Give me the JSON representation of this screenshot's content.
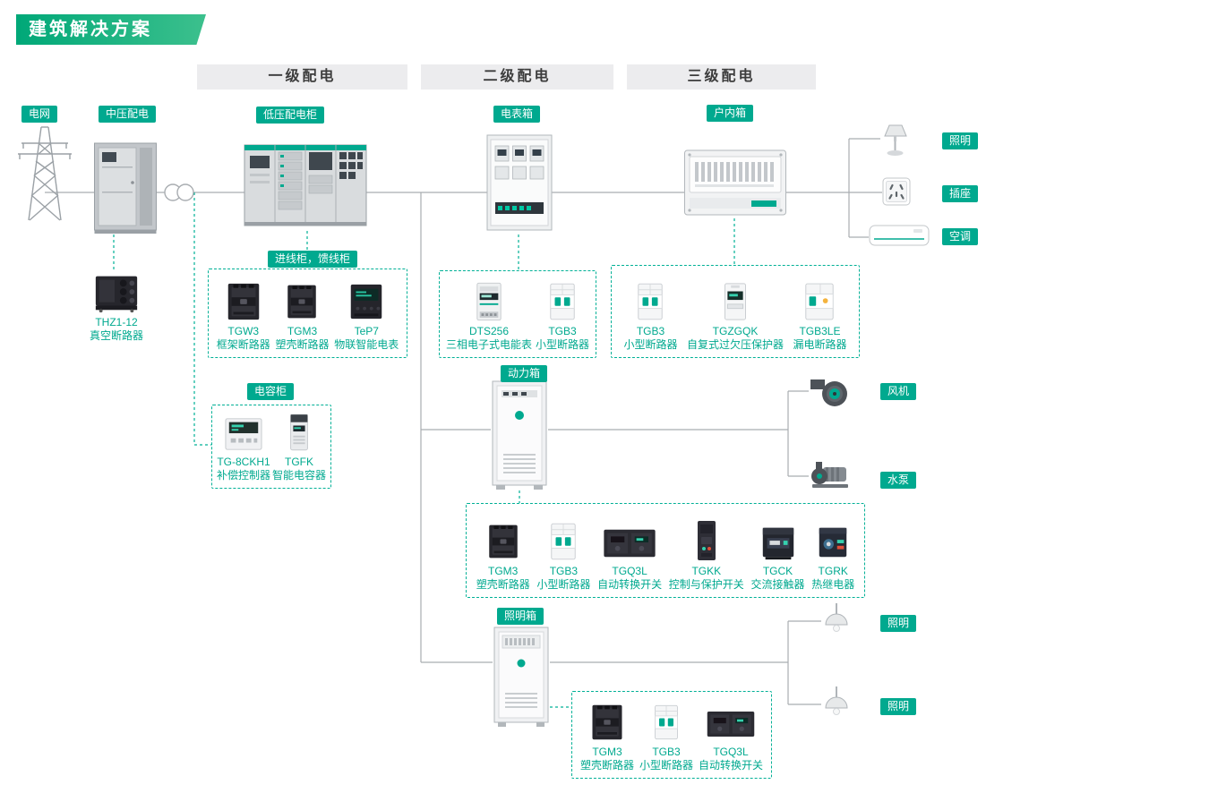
{
  "accent_color": "#00a98f",
  "banner": {
    "title": "建筑解决方案"
  },
  "headers": [
    {
      "label": "一级配电"
    },
    {
      "label": "二级配电"
    },
    {
      "label": "三级配电"
    }
  ],
  "badges": {
    "grid": "电网",
    "mv_distribution": "中压配电",
    "lv_cabinet": "低压配电柜",
    "meter_box": "电表箱",
    "indoor_box": "户内箱",
    "incoming_feeder": "进线柜，馈线柜",
    "capacitor_cabinet": "电容柜",
    "power_box": "动力箱",
    "lighting_box": "照明箱",
    "lighting_top": "照明",
    "socket": "插座",
    "air_conditioner": "空调",
    "fan": "风机",
    "pump": "水泵",
    "lighting_mid": "照明",
    "lighting_bottom": "照明"
  },
  "standalone_product": {
    "name": "THZ1-12",
    "desc": "真空断路器"
  },
  "groups": {
    "incoming": [
      {
        "name": "TGW3",
        "desc": "框架断路器"
      },
      {
        "name": "TGM3",
        "desc": "塑壳断路器"
      },
      {
        "name": "TeP7",
        "desc": "物联智能电表"
      }
    ],
    "meter": [
      {
        "name": "DTS256",
        "desc": "三相电子式电能表"
      },
      {
        "name": "TGB3",
        "desc": "小型断路器"
      }
    ],
    "indoor": [
      {
        "name": "TGB3",
        "desc": "小型断路器"
      },
      {
        "name": "TGZGQK",
        "desc": "自复式过欠压保护器"
      },
      {
        "name": "TGB3LE",
        "desc": "漏电断路器"
      }
    ],
    "capacitor": [
      {
        "name": "TG-8CKH1",
        "desc": "补偿控制器"
      },
      {
        "name": "TGFK",
        "desc": "智能电容器"
      }
    ],
    "power": [
      {
        "name": "TGM3",
        "desc": "塑壳断路器"
      },
      {
        "name": "TGB3",
        "desc": "小型断路器"
      },
      {
        "name": "TGQ3L",
        "desc": "自动转换开关"
      },
      {
        "name": "TGKK",
        "desc": "控制与保护开关"
      },
      {
        "name": "TGCK",
        "desc": "交流接触器"
      },
      {
        "name": "TGRK",
        "desc": "热继电器"
      }
    ],
    "lighting": [
      {
        "name": "TGM3",
        "desc": "塑壳断路器"
      },
      {
        "name": "TGB3",
        "desc": "小型断路器"
      },
      {
        "name": "TGQ3L",
        "desc": "自动转换开关"
      }
    ]
  }
}
